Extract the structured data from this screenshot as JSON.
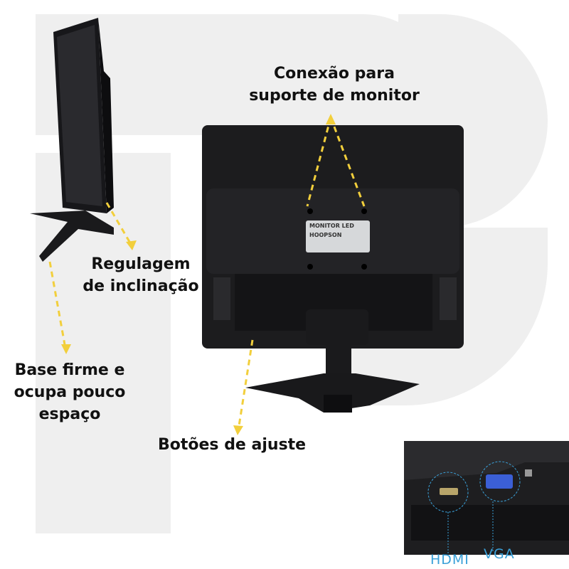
{
  "labels": {
    "mount": [
      "Conexão para",
      "suporte de monitor"
    ],
    "tilt": [
      "Regulagem",
      "de inclinação"
    ],
    "base": [
      "Base firme e",
      "ocupa pouco",
      "espaço"
    ],
    "buttons": "Botões de ajuste"
  },
  "product_label": {
    "title": "MONITOR LED",
    "brand": "HOOPSON"
  },
  "inset": {
    "hdmi": "HDMI",
    "vga": "VGA"
  },
  "colors": {
    "arrow": "#f2cf3c",
    "port_label": "#3aa0d8",
    "monitor": "#1c1c1e",
    "watermark": "#efefef"
  }
}
